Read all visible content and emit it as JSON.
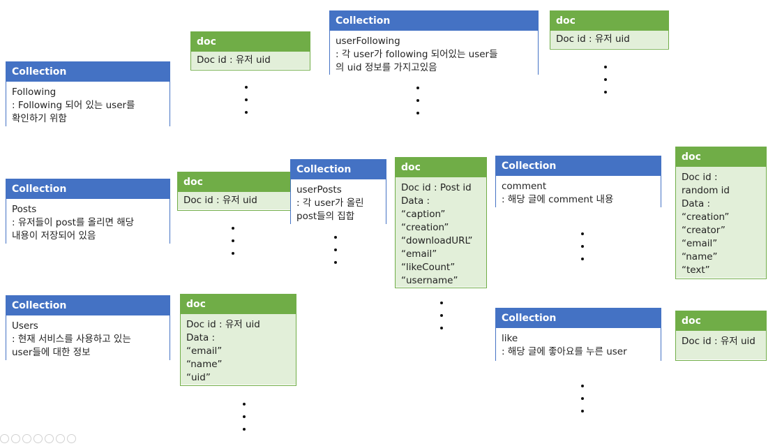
{
  "colors": {
    "collection": "#4472c4",
    "doc": "#70ad47",
    "doc_fill": "#e2efd9"
  },
  "boxes": {
    "following_collection": {
      "header": "Collection",
      "body": "Following\n: Following 되어 있는 user를\n확인하기 위함"
    },
    "following_doc": {
      "header": "doc",
      "body": "Doc id : 유저 uid"
    },
    "userfollowing_collection": {
      "header": "Collection",
      "body": "userFollowing\n: 각 user가 following 되어있는 user들\n의 uid 정보를 가지고있음"
    },
    "userfollowing_doc": {
      "header": "doc",
      "body": "Doc id : 유저 uid"
    },
    "posts_collection": {
      "header": "Collection",
      "body": "Posts\n: 유저들이 post를 올리면 해당\n내용이 저장되어 있음"
    },
    "posts_doc": {
      "header": "doc",
      "body": "Doc id : 유저 uid"
    },
    "userposts_collection": {
      "header": "Collection",
      "body": "userPosts\n: 각 user가 올린\npost들의 집합"
    },
    "post_doc": {
      "header": "doc",
      "body": "Doc id : Post id\nData :\n“caption”\n“creation”\n“downloadURL”\n“email”\n“likeCount”\n“username”"
    },
    "comment_collection": {
      "header": "Collection",
      "body": "comment\n: 해당 글에 comment 내용"
    },
    "comment_doc": {
      "header": "doc",
      "body": "Doc id :\nrandom id\nData :\n“creation”\n“creator”\n“email”\n“name”\n“text”"
    },
    "users_collection": {
      "header": "Collection",
      "body": "Users\n: 현재 서비스를 사용하고 있는\nuser들에 대한 정보"
    },
    "users_doc": {
      "header": "doc",
      "body": "Doc id : 유저 uid\nData :\n“email”\n“name”\n“uid”"
    },
    "like_collection": {
      "header": "Collection",
      "body": "like\n: 해당 글에 좋아요를 누른 user"
    },
    "like_doc": {
      "header": "doc",
      "body": "Doc id : 유저 uid"
    }
  }
}
